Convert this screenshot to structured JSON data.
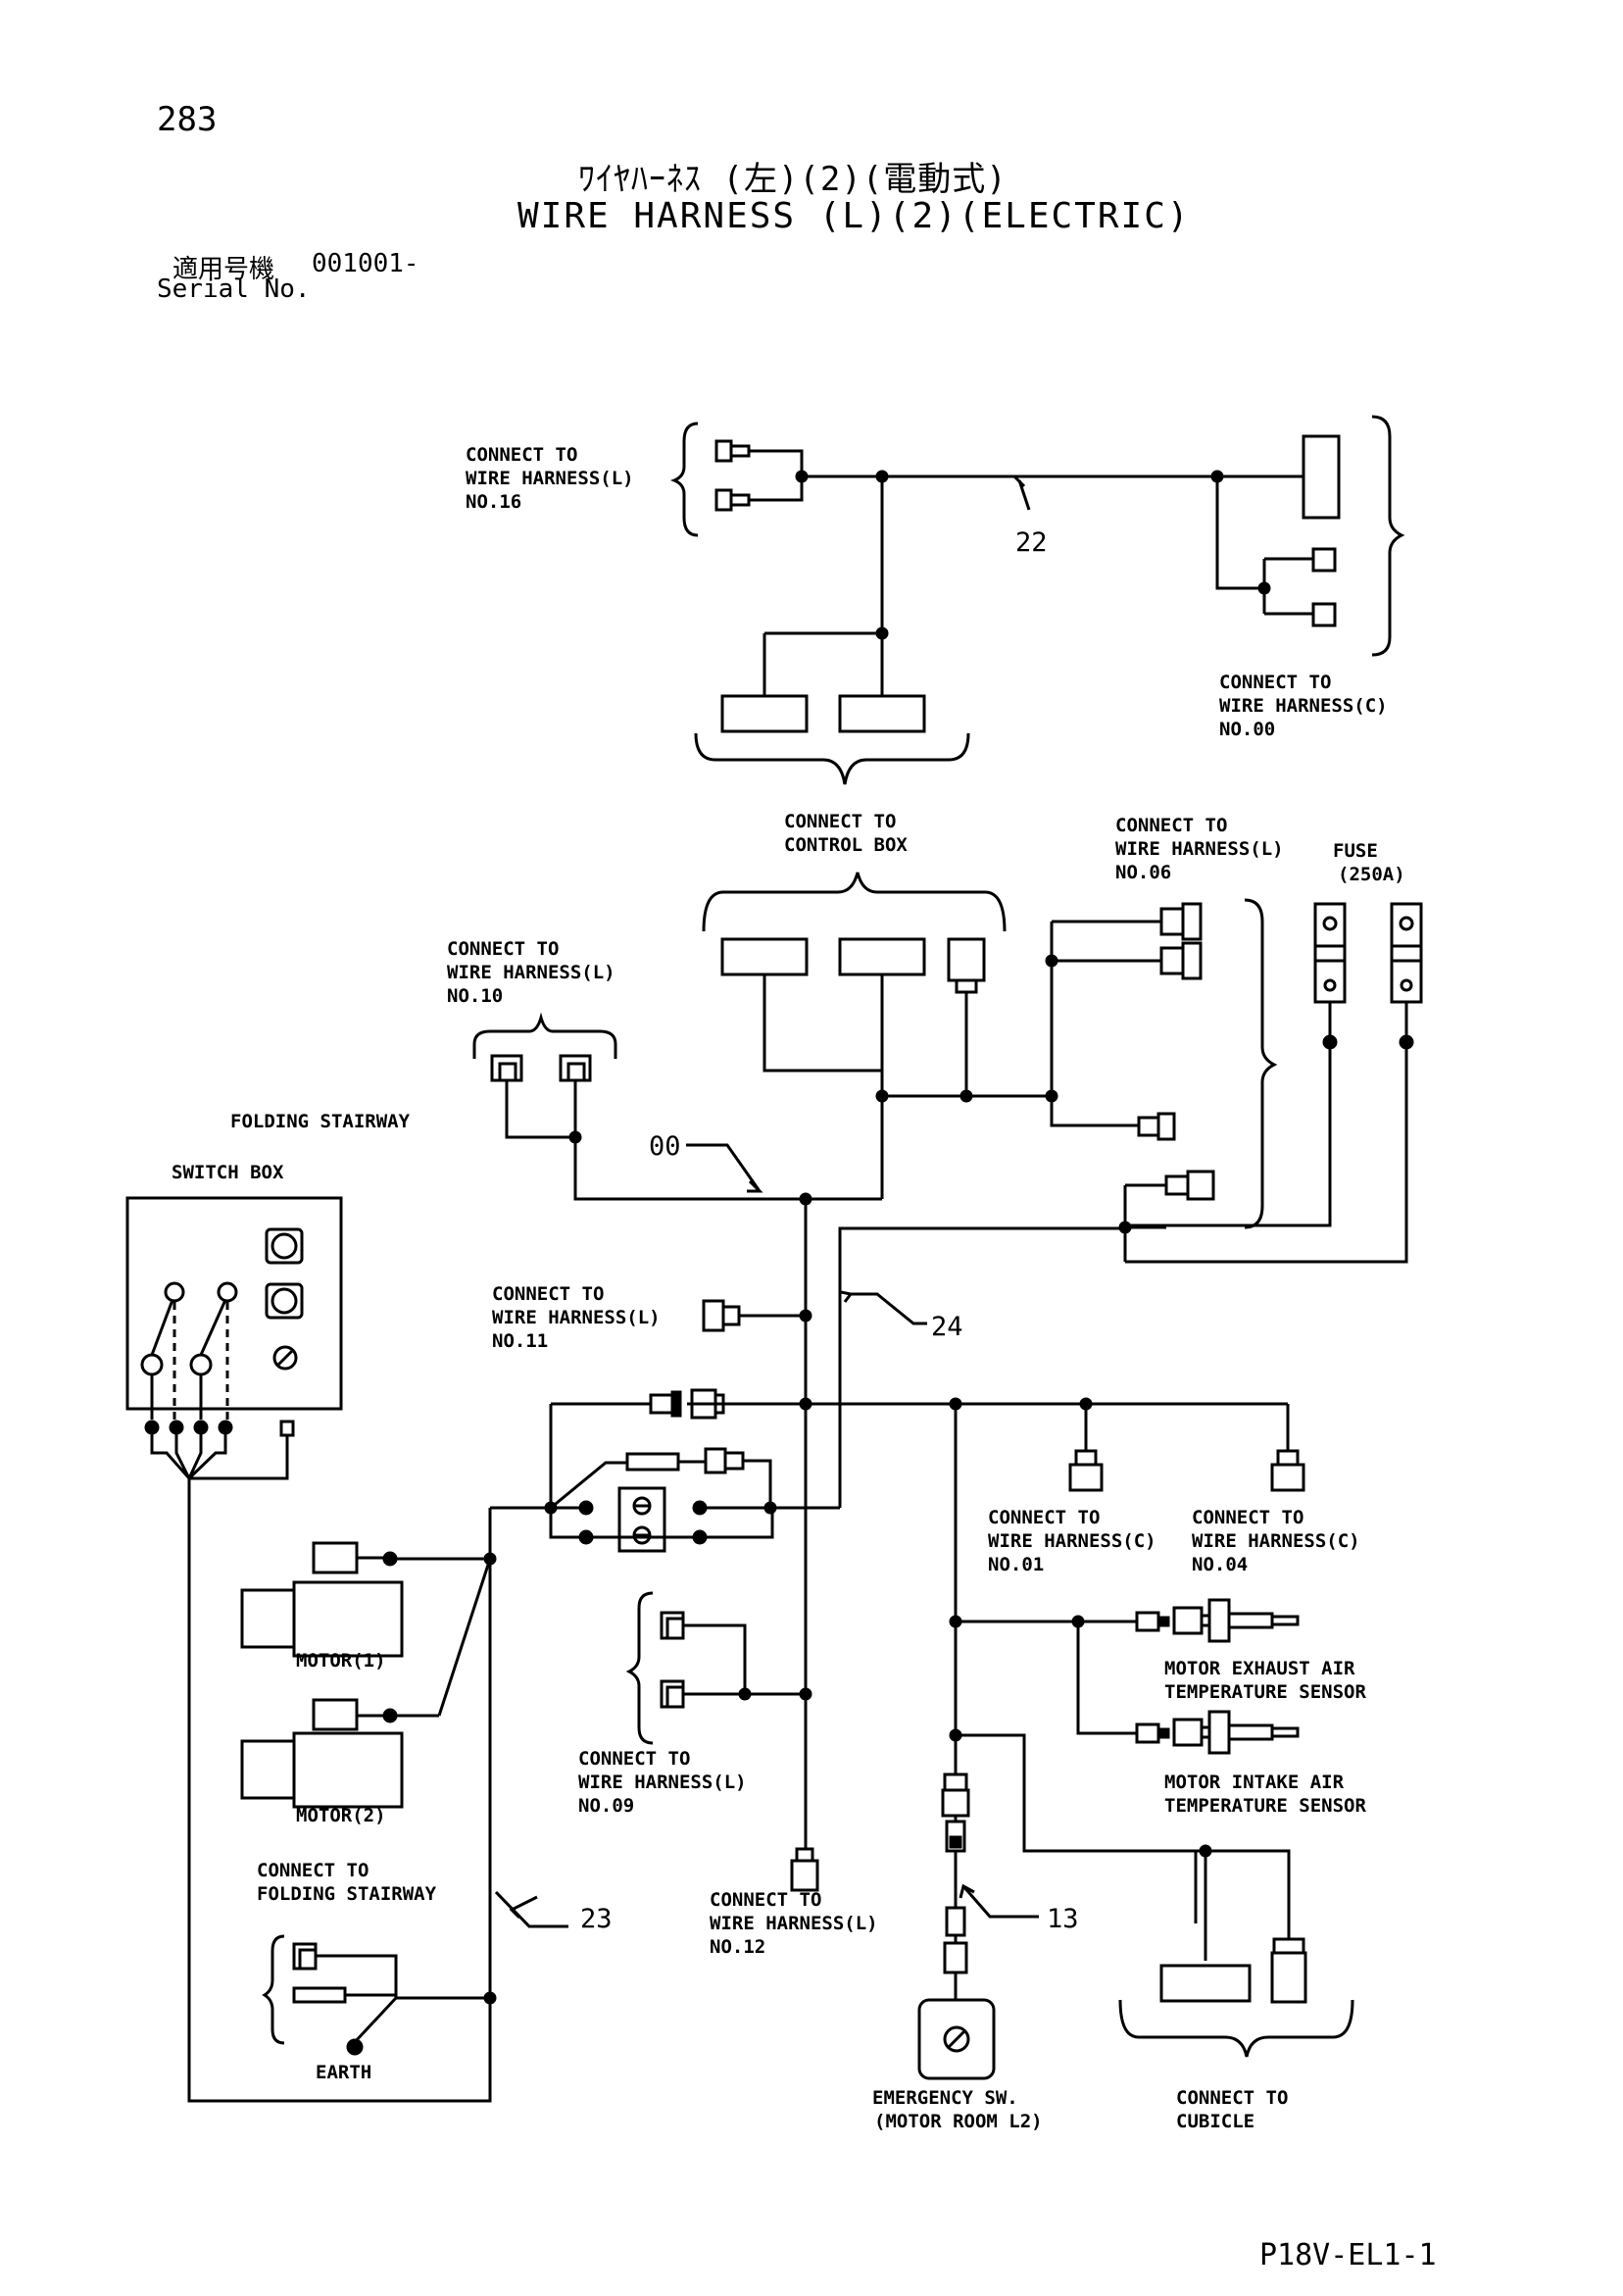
{
  "page_number": "283",
  "title_jp": "ﾜｲﾔﾊｰﾈｽ (左)(2)(電動式)",
  "title_en": "WIRE HARNESS (L)(2)(ELECTRIC)",
  "serial": {
    "label_jp": "適用号機",
    "value": "001001-",
    "label_en": "Serial No."
  },
  "document_code": "P18V-EL1-1",
  "harness_numbers": {
    "h22": "22",
    "h00": "00",
    "h24": "24",
    "h23": "23",
    "h13": "13"
  },
  "labels": {
    "wh_l_16": [
      "CONNECT TO",
      "WIRE HARNESS(L)",
      "NO.16"
    ],
    "wh_c_00": [
      "CONNECT TO",
      "WIRE HARNESS(C)",
      "NO.00"
    ],
    "control_box": [
      "CONNECT TO",
      "CONTROL BOX"
    ],
    "wh_l_06": [
      "CONNECT TO",
      "WIRE HARNESS(L)",
      "NO.06"
    ],
    "fuse": [
      "FUSE",
      "(250A)"
    ],
    "wh_l_10": [
      "CONNECT TO",
      "WIRE HARNESS(L)",
      "NO.10"
    ],
    "folding_stairway": "FOLDING STAIRWAY",
    "switch_box": "SWITCH BOX",
    "wh_l_11": [
      "CONNECT TO",
      "WIRE HARNESS(L)",
      "NO.11"
    ],
    "wh_c_01": [
      "CONNECT TO",
      "WIRE HARNESS(C)",
      "NO.01"
    ],
    "wh_c_04": [
      "CONNECT TO",
      "WIRE HARNESS(C)",
      "NO.04"
    ],
    "motor_1": "MOTOR(1)",
    "motor_2": "MOTOR(2)",
    "exhaust_sensor": [
      "MOTOR EXHAUST AIR",
      "TEMPERATURE SENSOR"
    ],
    "intake_sensor": [
      "MOTOR INTAKE AIR",
      "TEMPERATURE SENSOR"
    ],
    "wh_l_09": [
      "CONNECT TO",
      "WIRE HARNESS(L)",
      "NO.09"
    ],
    "folding_stairway_conn": [
      "CONNECT TO",
      "FOLDING STAIRWAY"
    ],
    "earth": "EARTH",
    "wh_l_12": [
      "CONNECT TO",
      "WIRE HARNESS(L)",
      "NO.12"
    ],
    "emergency_sw": [
      "EMERGENCY SW.",
      "(MOTOR ROOM L2)"
    ],
    "cubicle": [
      "CONNECT TO",
      "CUBICLE"
    ]
  }
}
